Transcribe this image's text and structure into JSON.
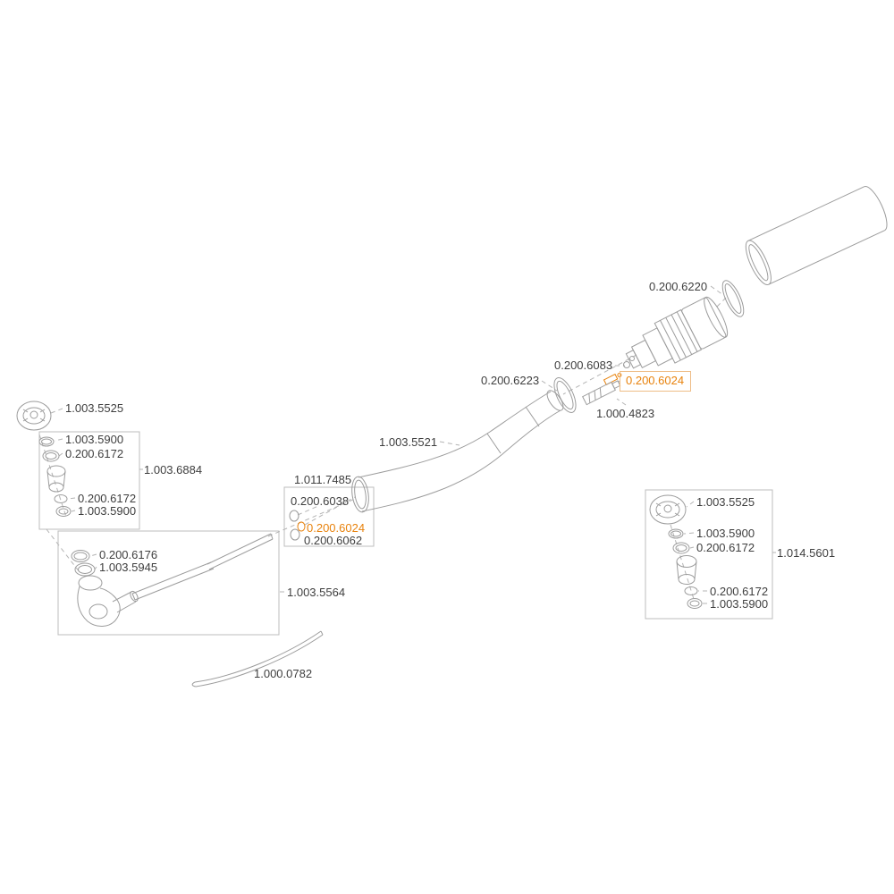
{
  "diagram": {
    "colors": {
      "background": "#ffffff",
      "line": "#9c9c9c",
      "text": "#3e3e3e",
      "highlight": "#e8820c"
    },
    "labels": [
      {
        "id": "oring-6220",
        "text": "0.200.6220",
        "highlight": false
      },
      {
        "id": "seal-6083",
        "text": "0.200.6083",
        "highlight": false
      },
      {
        "id": "part-6024-right",
        "text": "0.200.6024",
        "highlight": true
      },
      {
        "id": "oring-6223",
        "text": "0.200.6223",
        "highlight": false
      },
      {
        "id": "insert-4823",
        "text": "1.000.4823",
        "highlight": false
      },
      {
        "id": "bend-tube-5521",
        "text": "1.003.5521",
        "highlight": false
      },
      {
        "id": "sleeve-7485",
        "text": "1.011.7485",
        "highlight": false
      },
      {
        "id": "oring-6038",
        "text": "0.200.6038",
        "highlight": false
      },
      {
        "id": "part-6024-left",
        "text": "0.200.6024",
        "highlight": true
      },
      {
        "id": "oring-6062",
        "text": "0.200.6062",
        "highlight": false
      },
      {
        "id": "cap-left-5525",
        "text": "1.003.5525",
        "highlight": false
      },
      {
        "id": "seal-left-5900-top",
        "text": "1.003.5900",
        "highlight": false
      },
      {
        "id": "oring-left-6172-top",
        "text": "0.200.6172",
        "highlight": false
      },
      {
        "id": "group-left-6884",
        "text": "1.003.6884",
        "highlight": false
      },
      {
        "id": "oring-left-6172-bot",
        "text": "0.200.6172",
        "highlight": false
      },
      {
        "id": "seal-left-5900-bot",
        "text": "1.003.5900",
        "highlight": false
      },
      {
        "id": "oring-6176",
        "text": "0.200.6176",
        "highlight": false
      },
      {
        "id": "seal-5945",
        "text": "1.003.5945",
        "highlight": false
      },
      {
        "id": "group-handle-5564",
        "text": "1.003.5564",
        "highlight": false
      },
      {
        "id": "rod-0782",
        "text": "1.000.0782",
        "highlight": false
      },
      {
        "id": "cap-right-5525",
        "text": "1.003.5525",
        "highlight": false
      },
      {
        "id": "seal-right-5900-top",
        "text": "1.003.5900",
        "highlight": false
      },
      {
        "id": "oring-right-6172-top",
        "text": "0.200.6172",
        "highlight": false
      },
      {
        "id": "group-right-5601",
        "text": "1.014.5601",
        "highlight": false
      },
      {
        "id": "oring-right-6172-bot",
        "text": "0.200.6172",
        "highlight": false
      },
      {
        "id": "seal-right-5900-bot",
        "text": "1.003.5900",
        "highlight": false
      }
    ]
  }
}
